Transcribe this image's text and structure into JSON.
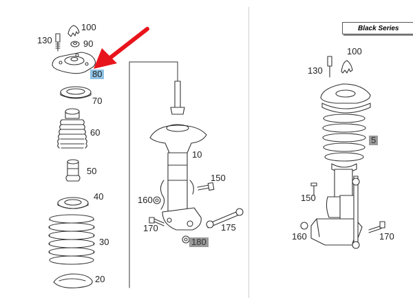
{
  "left_panel": {
    "labels": {
      "p130": "130",
      "p100": "100",
      "p90": "90",
      "p80": "80",
      "p70": "70",
      "p60": "60",
      "p50": "50",
      "p40": "40",
      "p30": "30",
      "p20": "20"
    }
  },
  "middle_panel": {
    "labels": {
      "p10": "10",
      "p150": "150",
      "p160": "160",
      "p170": "170",
      "p175": "175",
      "p180": "180"
    }
  },
  "right_panel": {
    "badge": "Black Series",
    "labels": {
      "p100": "100",
      "p130": "130",
      "p5": "5",
      "p150": "150",
      "p160": "160",
      "p170": "170"
    }
  },
  "colors": {
    "arrow": "#e8141c",
    "highlight_blue": "#8fc3e6",
    "highlight_grey": "#9a9a9a",
    "line": "#333333"
  }
}
